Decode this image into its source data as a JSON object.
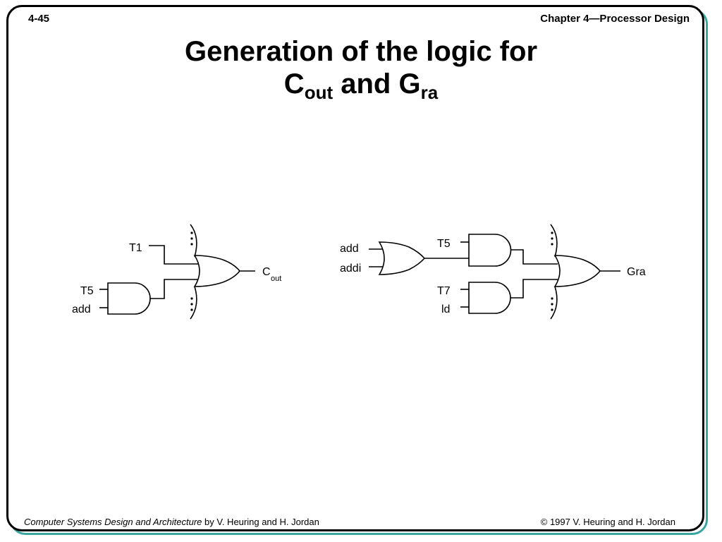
{
  "header": {
    "slide_number": "4-45",
    "chapter": "Chapter 4—Processor Design"
  },
  "title": {
    "line1": "Generation of the logic for",
    "c_main": "C",
    "c_sub": "out",
    "and_text": "and",
    "g_main": "G",
    "g_sub": "ra"
  },
  "left_circuit": {
    "input_t1": "T1",
    "input_t5": "T5",
    "input_add": "add",
    "output_main": "C",
    "output_sub": "out"
  },
  "right_circuit": {
    "input_add": "add",
    "input_addi": "addi",
    "input_t5": "T5",
    "input_t7": "T7",
    "input_ld": "ld",
    "output": "Gra"
  },
  "footer": {
    "book_title": "Computer Systems Design and Architecture",
    "authors": " by V. Heuring and H. Jordan",
    "copyright": "© 1997 V. Heuring and H. Jordan"
  }
}
